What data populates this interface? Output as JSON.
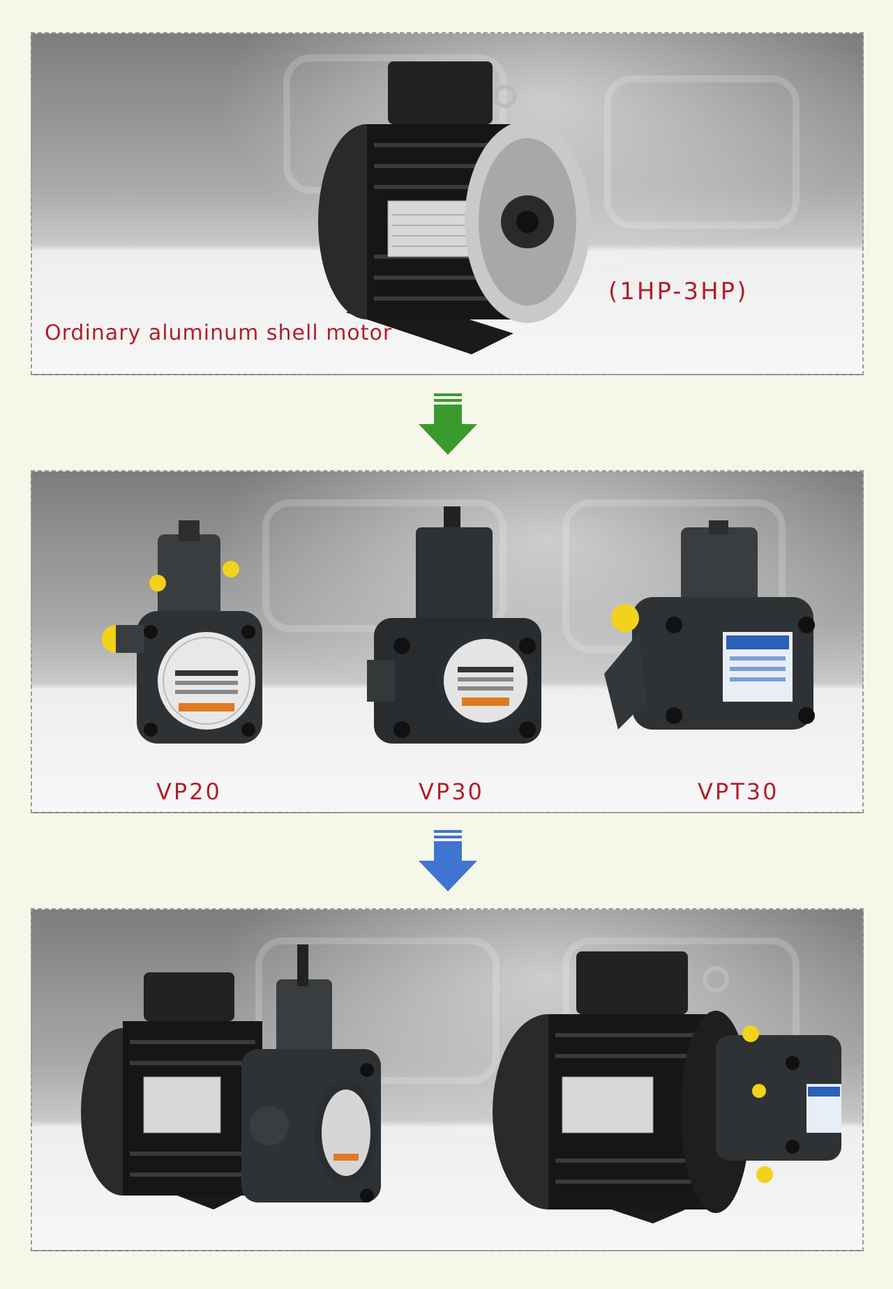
{
  "panel_motor": {
    "caption": "Ordinary aluminum shell motor",
    "power_range": "(1HP-3HP)"
  },
  "panel_pumps": {
    "pumps": [
      {
        "label": "VP20"
      },
      {
        "label": "VP30"
      },
      {
        "label": "VPT30"
      }
    ]
  },
  "arrows": {
    "first_color": "#3a9a2e",
    "second_color": "#3f74d0"
  },
  "colors": {
    "caption": "#b0202c",
    "background": "#f5f7e8"
  },
  "icons": [
    "down-arrow-icon"
  ]
}
